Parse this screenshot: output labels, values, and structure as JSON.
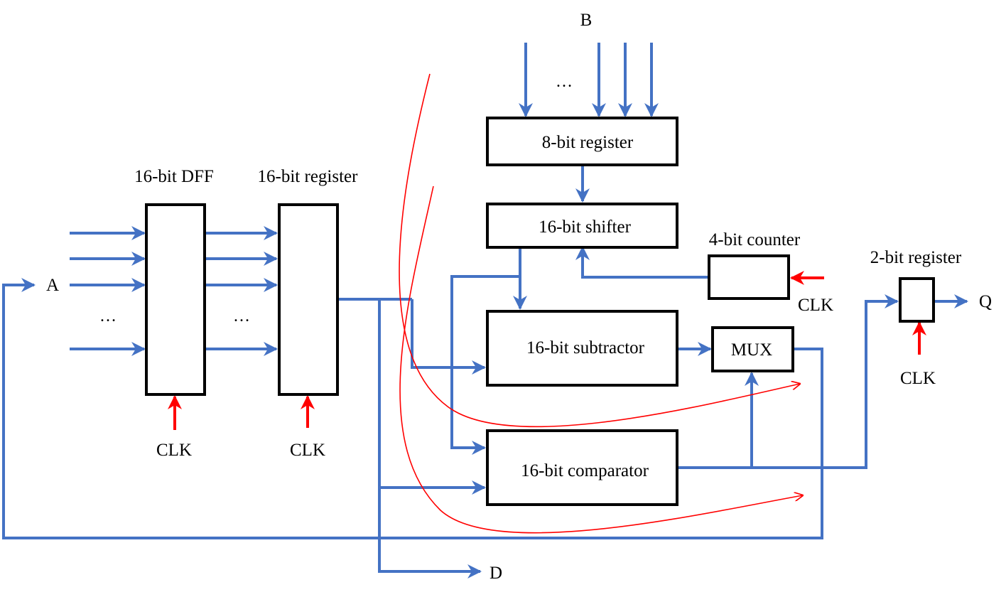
{
  "diagram": {
    "blocks": {
      "dff16": {
        "label": "16-bit DFF"
      },
      "reg16": {
        "label": "16-bit register"
      },
      "reg8": {
        "label": "8-bit register"
      },
      "shifter16": {
        "label": "16-bit shifter"
      },
      "counter4": {
        "label": "4-bit counter"
      },
      "subtractor16": {
        "label": "16-bit subtractor"
      },
      "mux": {
        "label": "MUX"
      },
      "comparator16": {
        "label": "16-bit comparator"
      },
      "reg2": {
        "label": "2-bit register"
      }
    },
    "signals": {
      "input_a": "A",
      "input_b": "B",
      "output_q": "Q",
      "output_d": "D",
      "clock": "CLK"
    },
    "ellipsis": "…",
    "colors": {
      "wire": "#4472c4",
      "clock": "#ff0000",
      "critical_path": "#ff0000",
      "block_border": "#000000"
    }
  }
}
